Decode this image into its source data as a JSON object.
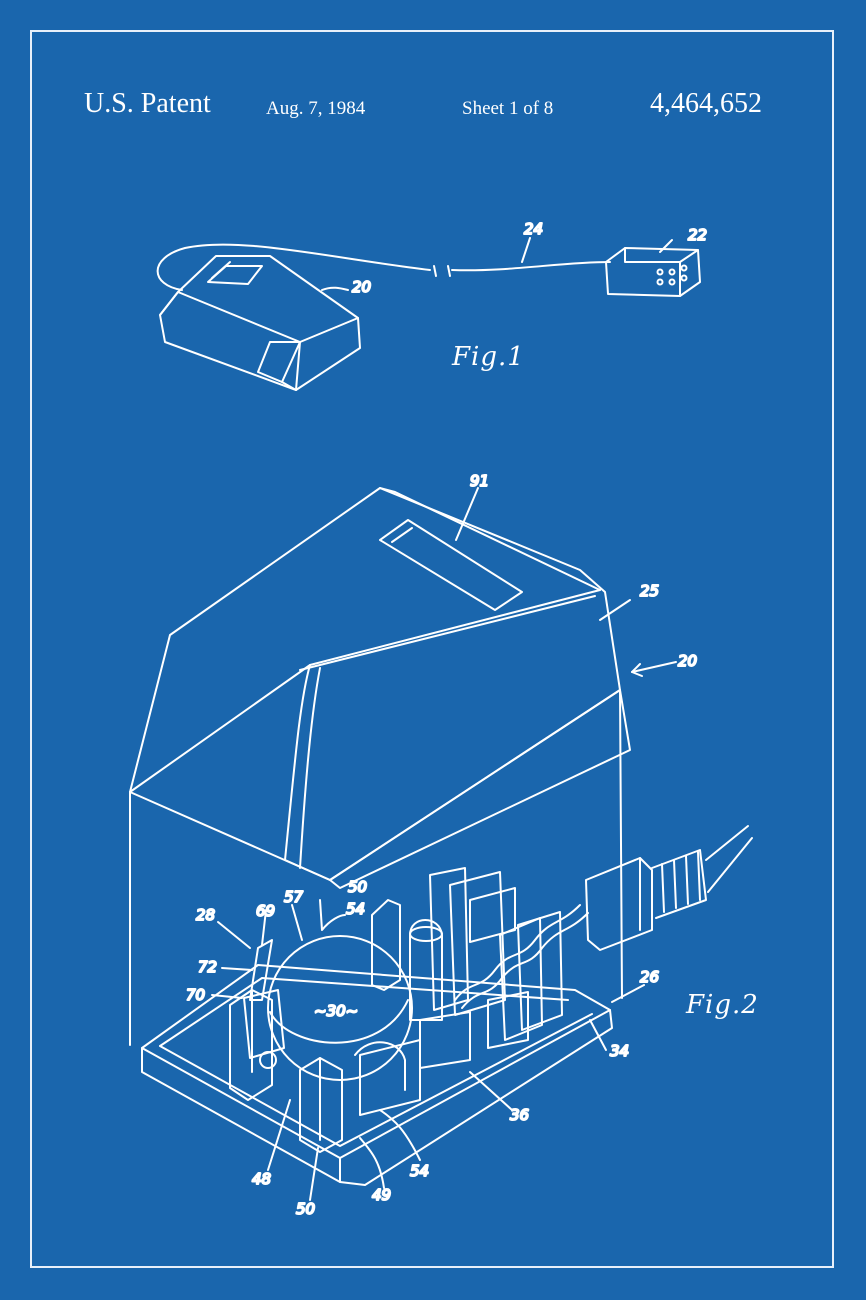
{
  "header": {
    "patent_label": "U.S. Patent",
    "date": "Aug. 7, 1984",
    "sheet": "Sheet 1 of 8",
    "patent_number": "4,464,652"
  },
  "figures": [
    {
      "label": "Fig.1",
      "refs": [
        "20",
        "22",
        "24"
      ]
    },
    {
      "label": "Fig.2",
      "refs": [
        "91",
        "25",
        "20",
        "26",
        "34",
        "36",
        "28",
        "69",
        "57",
        "50",
        "54",
        "72",
        "70",
        "~30~",
        "48",
        "50",
        "49",
        "54"
      ]
    }
  ],
  "colors": {
    "background": "#1a66ad",
    "line": "#ffffff"
  }
}
